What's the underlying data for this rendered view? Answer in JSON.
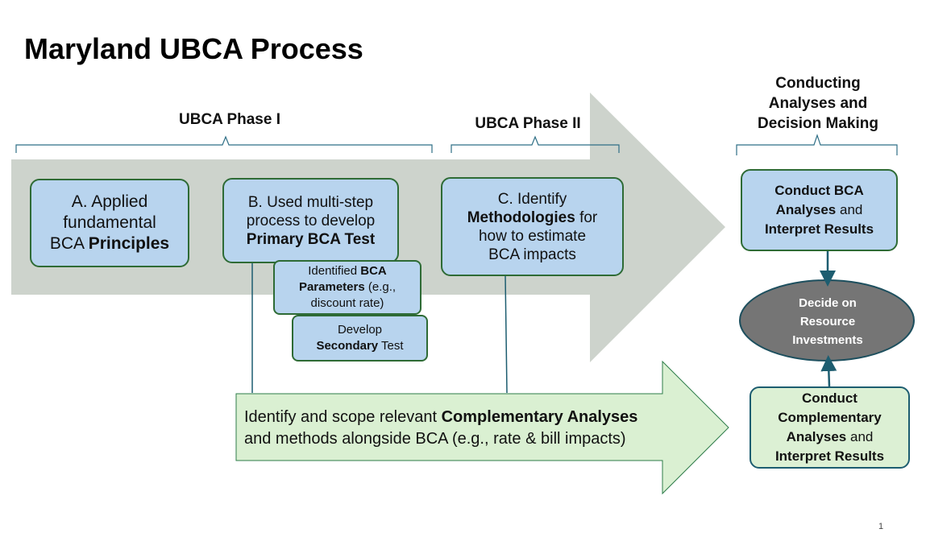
{
  "title": "Maryland UBCA Process",
  "phases": {
    "phase1": "UBCA Phase I",
    "phase2": "UBCA Phase II",
    "phase3": [
      "Conducting",
      "Analyses and",
      "Decision Making"
    ]
  },
  "boxes": {
    "a": {
      "line1": "A. Applied",
      "line2": "fundamental",
      "line3_pre": "BCA ",
      "line3_bold": "Principles"
    },
    "b": {
      "line1": "B. Used multi-step",
      "line2": "process to develop",
      "line3_bold": "Primary BCA Test"
    },
    "b_param": {
      "pre": "Identified ",
      "bold1": "BCA",
      "bold2": "Parameters",
      "post": " (e.g.,",
      "line3": "discount rate)"
    },
    "b_secondary": {
      "line1": "Develop",
      "bold": "Secondary",
      "post": " Test"
    },
    "c": {
      "line1": "C. Identify",
      "bold": "Methodologies",
      "post": " for",
      "line3": "how to estimate",
      "line4": "BCA impacts"
    },
    "conduct_bca": {
      "bold1": "Conduct BCA",
      "bold2": "Analyses",
      "mid": " and",
      "bold3": "Interpret Results"
    },
    "decide": [
      "Decide on",
      "Resource",
      "Investments"
    ],
    "conduct_comp": {
      "bold1": "Conduct",
      "bold2": "Complementary",
      "bold3": "Analyses",
      "mid": " and",
      "bold4": "Interpret Results"
    }
  },
  "complementary": {
    "line1_pre": "Identify and scope relevant ",
    "line1_bold": "Complementary Analyses",
    "line2": "and methods alongside BCA (e.g., rate & bill impacts)"
  },
  "page_number": "1",
  "colors": {
    "big_arrow": "#cdd3cc",
    "green_arrow": "#daf0d2",
    "box_fill": "#b8d4ee",
    "box_border_green": "#2e6b35",
    "box_border_teal": "#1d5d70",
    "ellipse_fill": "#757575",
    "bracket": "#2f6f86"
  }
}
